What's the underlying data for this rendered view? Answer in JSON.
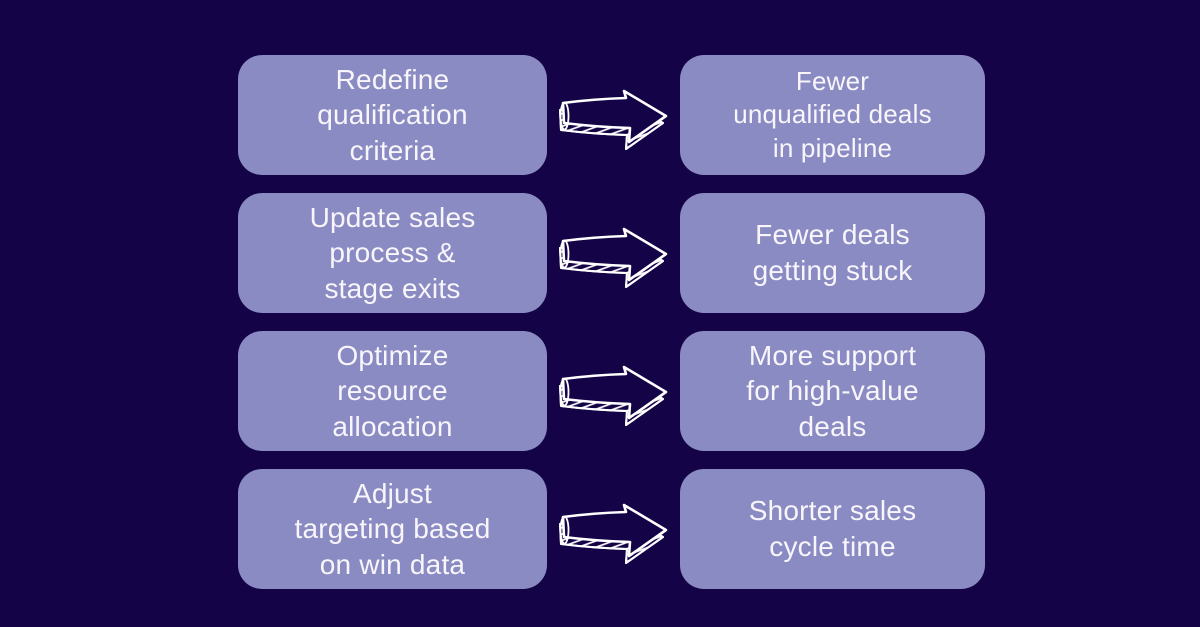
{
  "colors": {
    "background": "#150347",
    "box": "#8a8bc3",
    "text": "#f8f5fb",
    "arrow": "#ffffff"
  },
  "icons": {
    "arrow": "sketch-right-arrow-icon"
  },
  "rows": [
    {
      "action": [
        "Redefine",
        "qualification",
        "criteria"
      ],
      "result": [
        "Fewer",
        "unqualified deals",
        "in pipeline"
      ]
    },
    {
      "action": [
        "Update sales",
        "process &",
        "stage exits"
      ],
      "result": [
        "Fewer deals",
        "getting stuck"
      ]
    },
    {
      "action": [
        "Optimize",
        "resource",
        "allocation"
      ],
      "result": [
        "More support",
        "for high-value",
        "deals"
      ]
    },
    {
      "action": [
        "Adjust",
        "targeting based",
        "on win data"
      ],
      "result": [
        "Shorter sales",
        "cycle time"
      ]
    }
  ]
}
